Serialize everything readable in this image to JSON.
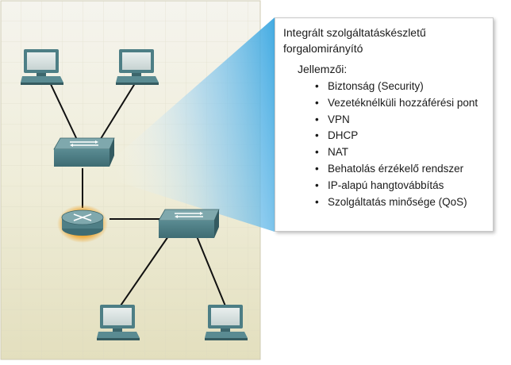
{
  "panel": {
    "title_line1": "Integrált szolgáltatáskészletű",
    "title_line2": "forgalomirányító",
    "features_heading": "Jellemzői:",
    "bullet_glyph": "•",
    "features": [
      "Biztonság (Security)",
      "Vezetéknélküli hozzáférési pont",
      "VPN",
      "DHCP",
      "NAT",
      "Behatolás érzékelő rendszer",
      "IP-alapú hangtovábbítás",
      "Szolgáltatás minősége (QoS)"
    ]
  },
  "colors": {
    "background_top": "#f4f3ea",
    "background_bottom": "#e6e2c4",
    "callout_beam": "#5fb6e6",
    "router_highlight": "#f0a020",
    "device_teal": "#4f7f86",
    "link_line": "#111111"
  },
  "icons": [
    "computer-icon",
    "computer-icon",
    "switch-icon",
    "router-icon",
    "switch-icon",
    "computer-icon",
    "computer-icon"
  ]
}
